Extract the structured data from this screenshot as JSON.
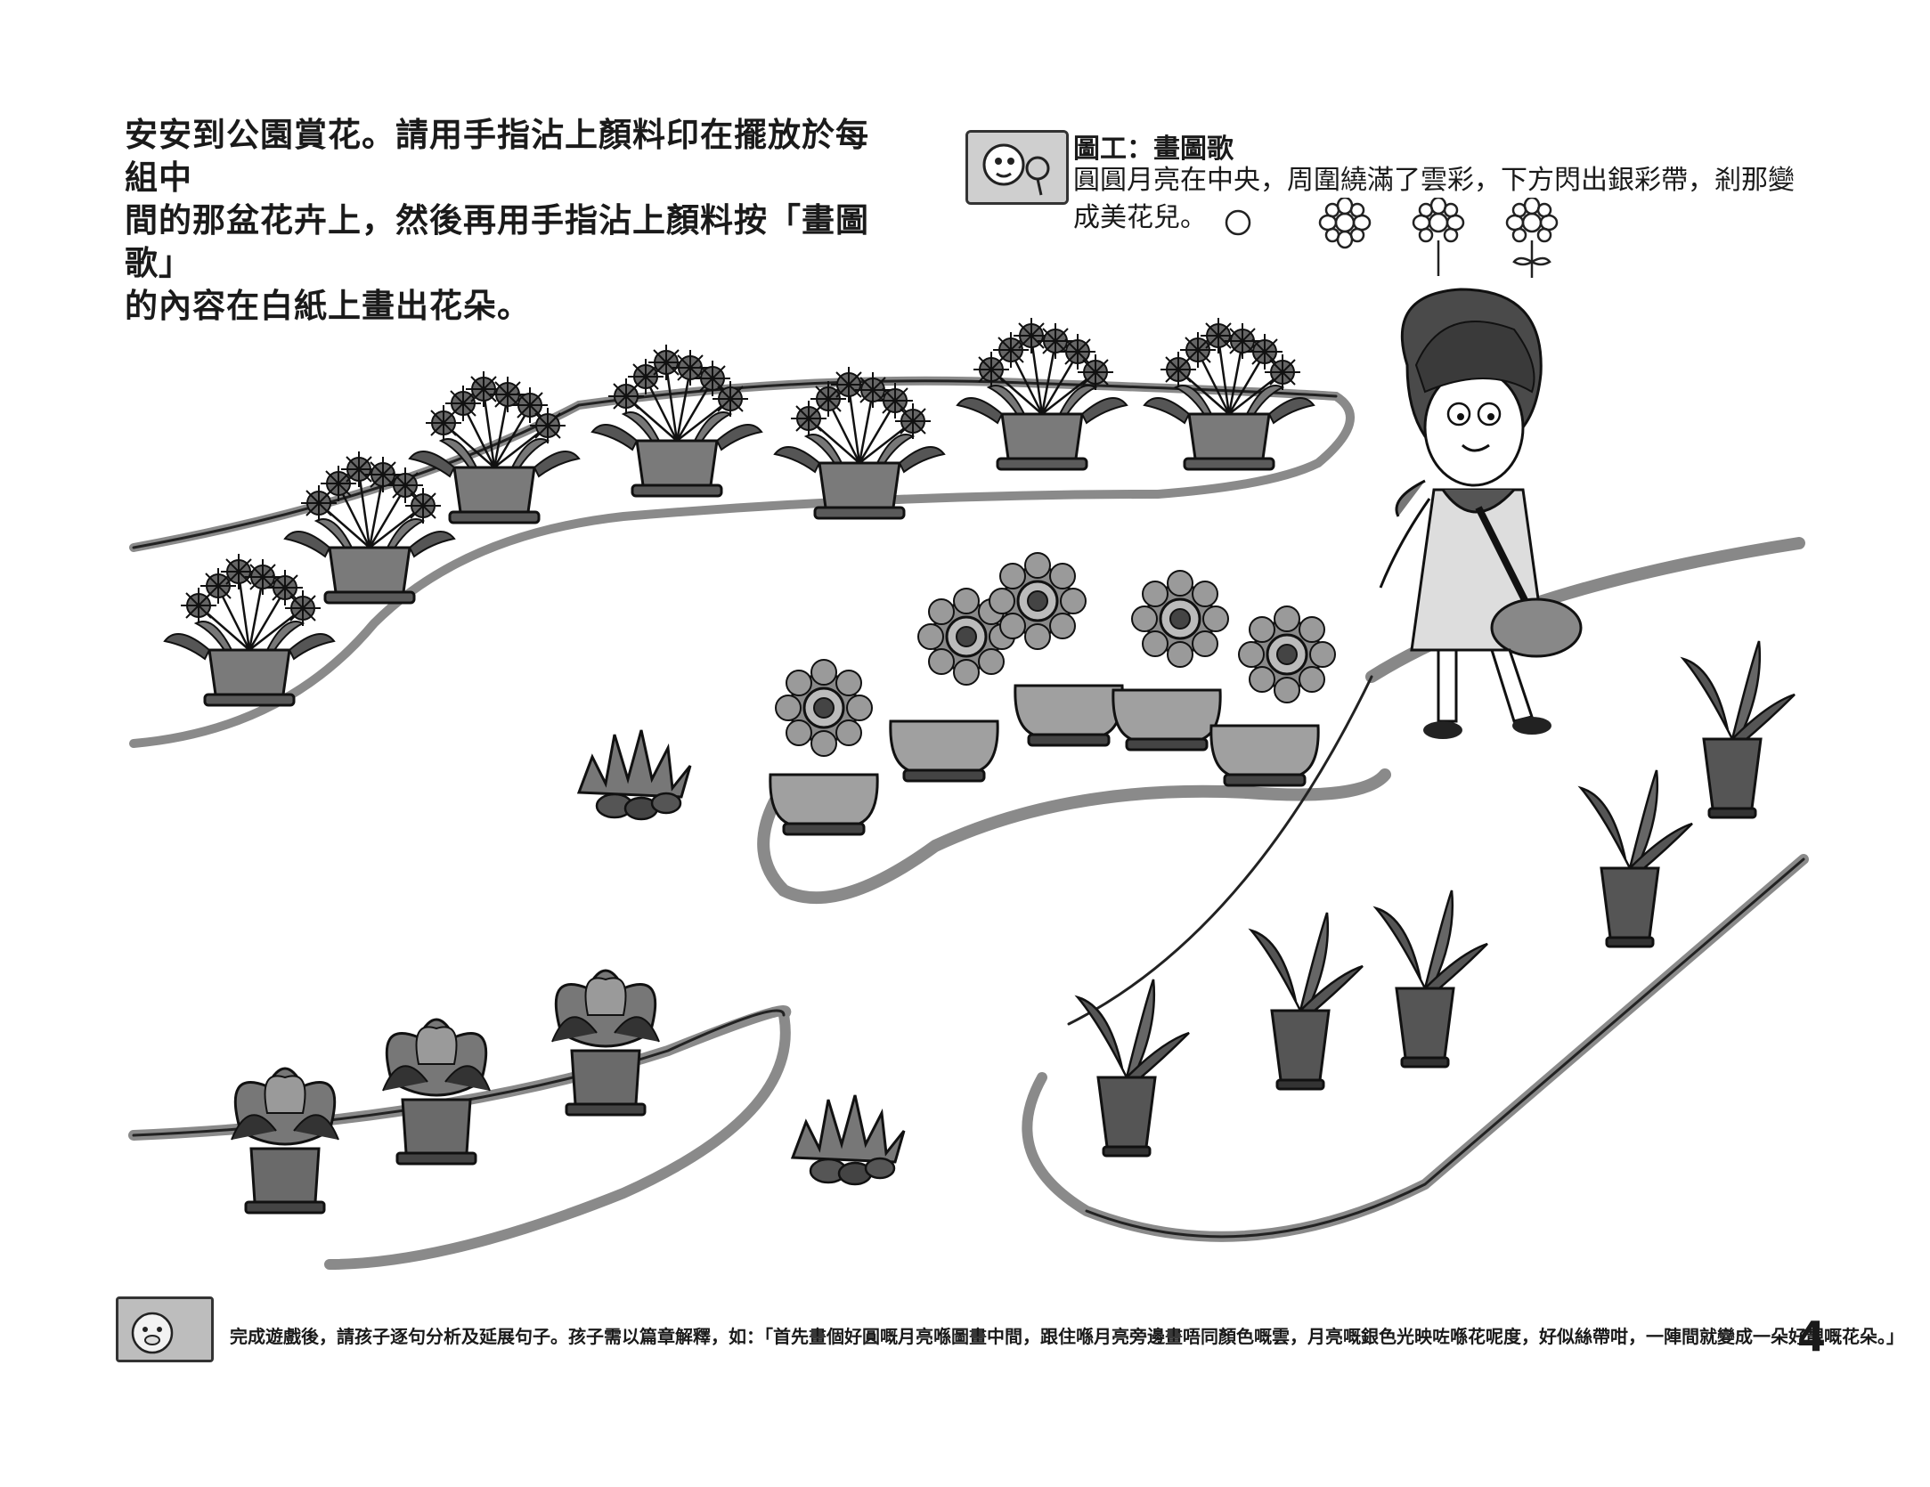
{
  "instructions": {
    "line1": "安安到公園賞花。請用手指沾上顏料印在擺放於每組中",
    "line2": "間的那盆花卉上，然後再用手指沾上顏料按「畫圖歌」",
    "line3": "的內容在白紙上畫出花朵。"
  },
  "drawing_song": {
    "title": "圖工：畫圖歌",
    "line1": "圓圓月亮在中央，周圍繞滿了雲彩，下方閃出銀彩帶，剎那變",
    "line2": "成美花兒。",
    "steps": [
      "circle",
      "flower-with-petals",
      "flower-with-stem",
      "flower-with-leaves"
    ]
  },
  "illustration": {
    "subject": "girl walking in a park past rows of potted flowers"
  },
  "footer": {
    "note": "完成遊戲後，請孩子逐句分析及延展句子。孩子需以篇章解釋，如：「首先畫個好圓嘅月亮喺圖畫中間，跟住喺月亮旁邊畫唔同顏色嘅雲，月亮嘅銀色光映咗喺花呢度，好似絲帶咁，一陣間就變成一朵好靚嘅花朵。」",
    "page_number": "4"
  },
  "colors": {
    "ink": "#1a1a1a",
    "pot": "#6e6e6e",
    "path": "#8a8a8a"
  }
}
